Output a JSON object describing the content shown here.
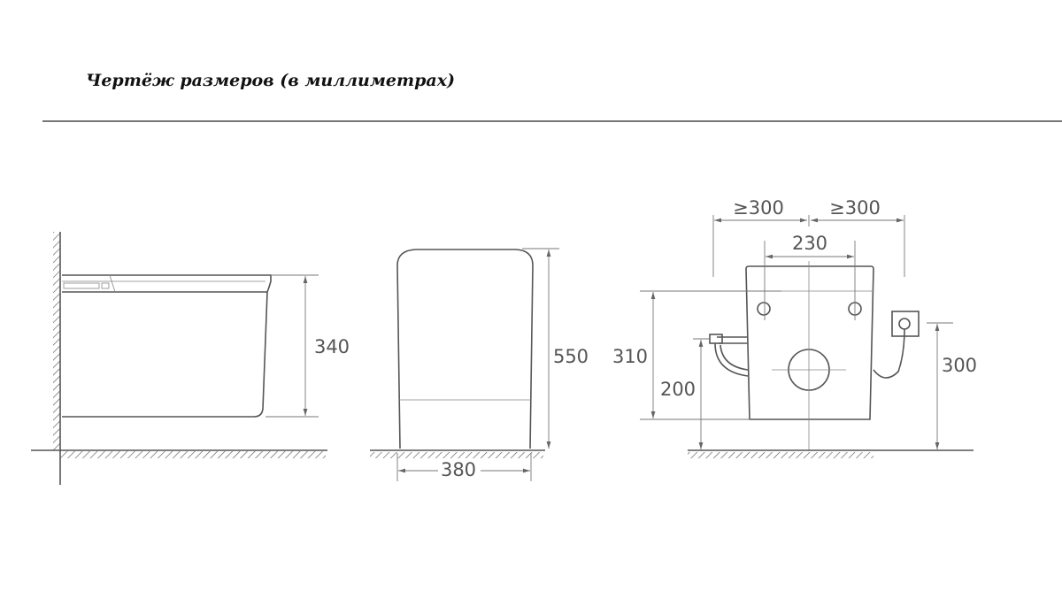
{
  "title": "Чертёж размеров (в миллиметрах)",
  "side_view": {
    "height_label": "340"
  },
  "front_view": {
    "height_label": "550",
    "width_label": "380"
  },
  "rear_view": {
    "left_clearance_label": "≥300",
    "right_clearance_label": "≥300",
    "bolt_spacing_label": "230",
    "body_height_label": "310",
    "water_inlet_height_label": "200",
    "socket_height_label": "300"
  }
}
